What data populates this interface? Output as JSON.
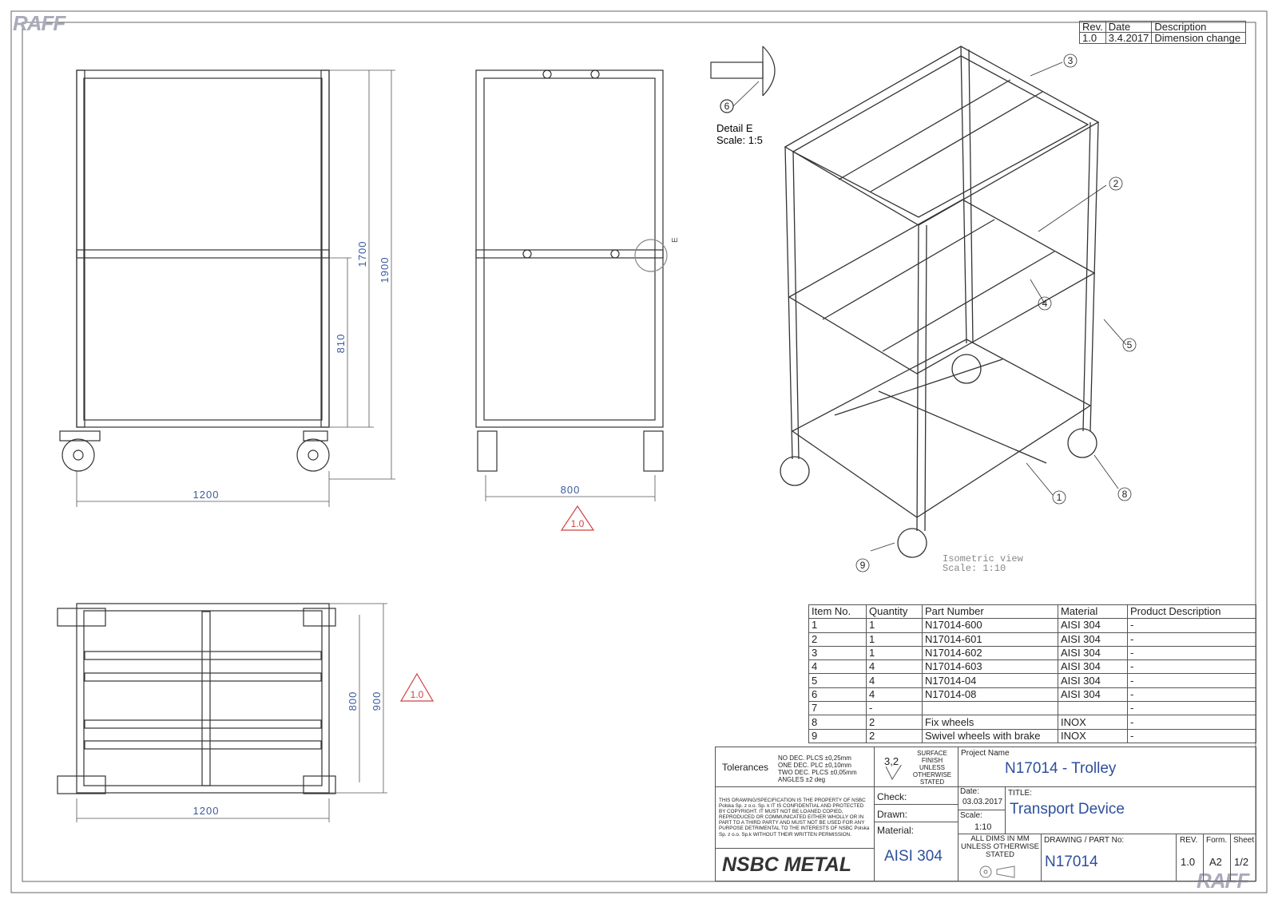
{
  "revision_table": {
    "headers": [
      "Rev.",
      "Date",
      "Description"
    ],
    "rows": [
      [
        "1.0",
        "3.4.2017",
        "Dimension change"
      ]
    ]
  },
  "watermark": "RAFF",
  "front_view": {
    "dim_width": "1200",
    "dim_height_top": "1700",
    "dim_height_total": "1900",
    "dim_shelf": "810"
  },
  "side_view": {
    "dim_width": "800",
    "rev_marker": "1.0"
  },
  "top_view": {
    "dim_width": "1200",
    "dim_depth_inner": "800",
    "dim_depth_outer": "900",
    "rev_marker": "1.0"
  },
  "detail": {
    "balloon": "6",
    "label": "Detail E",
    "scale": "Scale:  1:5",
    "marker": "E"
  },
  "isometric": {
    "label": "Isometric view",
    "scale": "Scale:  1:10",
    "balloons": [
      "1",
      "2",
      "3",
      "4",
      "5",
      "8",
      "9"
    ]
  },
  "parts_table": {
    "headers": [
      "Item No.",
      "Quantity",
      "Part Number",
      "Material",
      "Product Description"
    ],
    "rows": [
      [
        "1",
        "1",
        "N17014-600",
        "AISI 304",
        "-"
      ],
      [
        "2",
        "1",
        "N17014-601",
        "AISI 304",
        "-"
      ],
      [
        "3",
        "1",
        "N17014-602",
        "AISI 304",
        "-"
      ],
      [
        "4",
        "4",
        "N17014-603",
        "AISI 304",
        "-"
      ],
      [
        "5",
        "4",
        "N17014-04",
        "AISI 304",
        "-"
      ],
      [
        "6",
        "4",
        "N17014-08",
        "AISI 304",
        "-"
      ],
      [
        "7",
        "-",
        "",
        "",
        "-"
      ],
      [
        "8",
        "2",
        "Fix wheels",
        "INOX",
        "-"
      ],
      [
        "9",
        "2",
        "Swivel wheels with brake",
        "INOX",
        "-"
      ]
    ]
  },
  "title_block": {
    "tolerances_label": "Tolerances",
    "tolerances": [
      "NO DEC. PLCS ±0,25mm",
      "ONE DEC. PLC ±0,10mm",
      "TWO DEC. PLCS ±0,05mm",
      "ANGLES ±2 deg"
    ],
    "surface_value": "3,2",
    "surface_text": [
      "SURFACE",
      "FINISH",
      "UNLESS",
      "OTHERWISE",
      "STATED"
    ],
    "project_label": "Project Name",
    "project_name": "N17014 - Trolley",
    "copyright": "THIS DRAWING/SPECIFICATION IS THE PROPERTY OF NSBC Polska Sp. z o.o. Sp. k IT IS CONFIDENTIAL AND PROTECTED BY COPYRIGHT. IT MUST NOT BE LOANED COPIED, REPRODUCED OR COMMUNICATED EITHER WHOLLY OR IN PART TO A THIRD PARTY AND MUST NOT BE USED FOR ANY PURPOSE DETRIMENTAL TO THE INTERESTS OF NSBC Polska Sp. z o.o. Sp.k WITHOUT THEIR WRITTEN PERMISSION.",
    "check_label": "Check:",
    "drawn_label": "Drawn:",
    "material_label": "Material:",
    "material": "AISI 304",
    "date_label": "Date:",
    "date": "03.03.2017",
    "scale_label": "Scale:",
    "scale": "1:10",
    "title_label": "TITLE:",
    "title": "Transport Device",
    "dims_note": "ALL DIMS IN MM UNLESS OTHERWISE STATED",
    "part_no_label": "DRAWING / PART No:",
    "part_no": "N17014",
    "rev_label": "REV.",
    "rev": "1.0",
    "form_label": "Form.",
    "form": "A2",
    "sheet_label": "Sheet",
    "sheet": "1/2",
    "logo": "NSBC METAL"
  }
}
